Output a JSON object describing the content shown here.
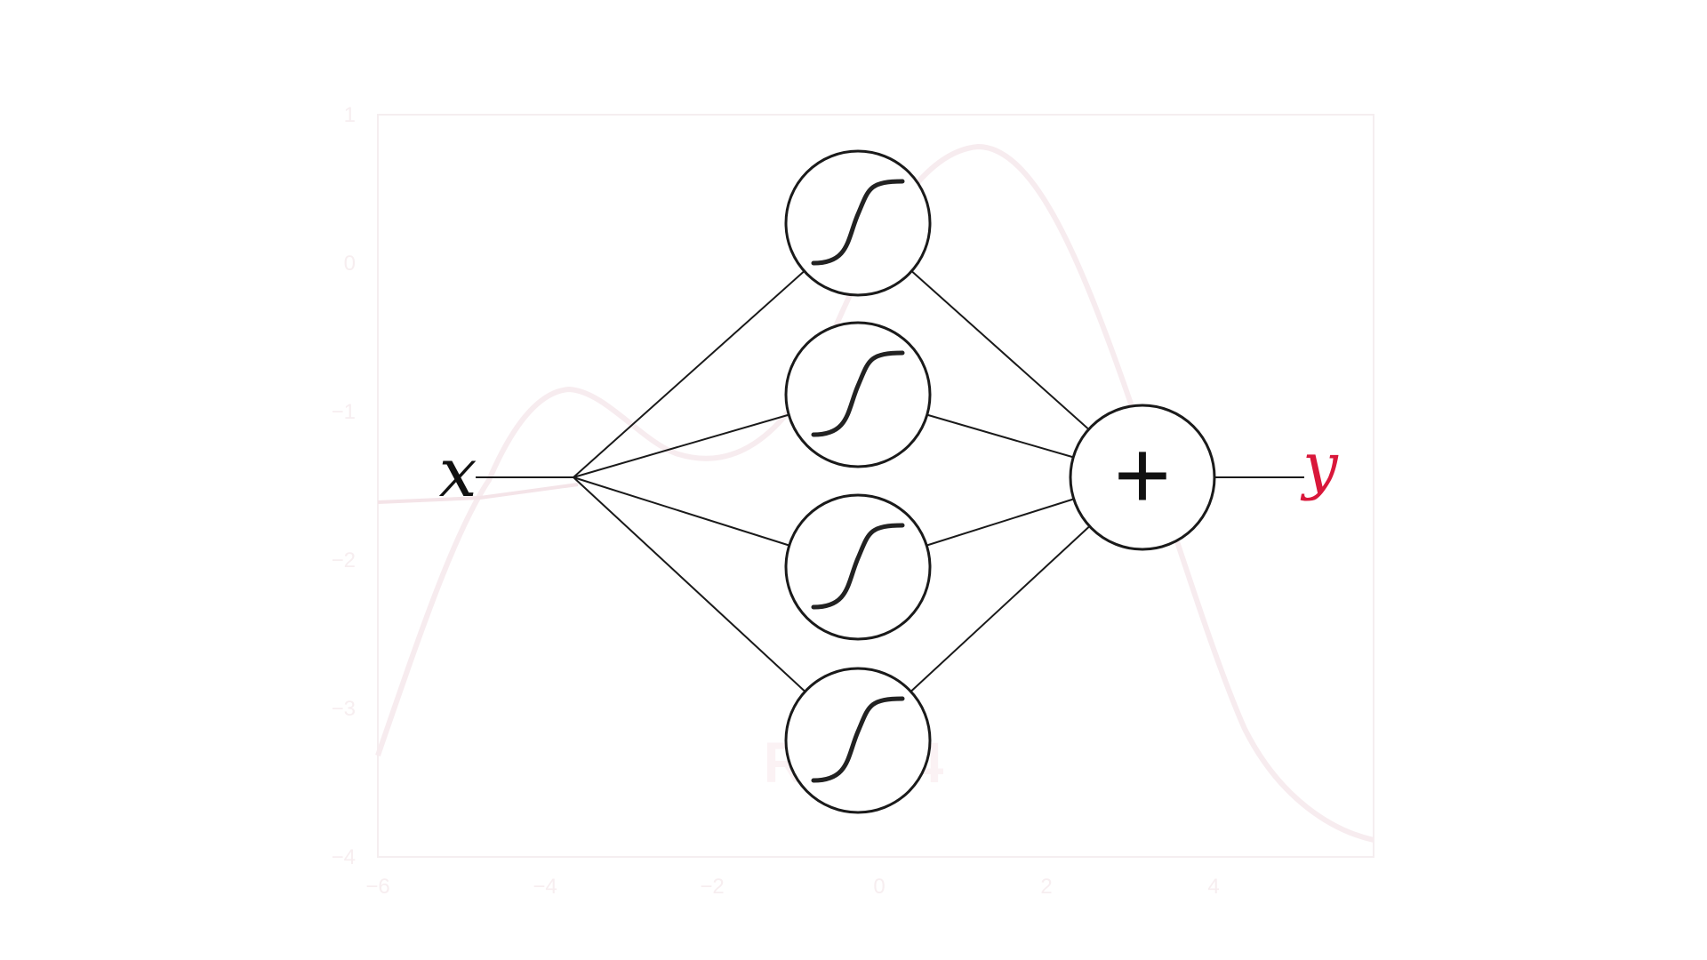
{
  "diagram": {
    "input_label": "x",
    "output_label": "y",
    "hidden_units": [
      {
        "activation": "sigmoid-icon"
      },
      {
        "activation": "sigmoid-icon"
      },
      {
        "activation": "sigmoid-icon"
      },
      {
        "activation": "sigmoid-icon"
      }
    ],
    "sum_symbol": "+",
    "output_color": "#d9173a",
    "line_color": "#1a1a1a"
  },
  "background_plot": {
    "faint_color": "#f7eef0",
    "y_ticks": [
      "1",
      "0",
      "−1",
      "−2",
      "−3",
      "−4"
    ],
    "x_ticks": [
      "−6",
      "−4",
      "−2",
      "0",
      "2",
      "4"
    ],
    "watermark": "RTB44"
  }
}
